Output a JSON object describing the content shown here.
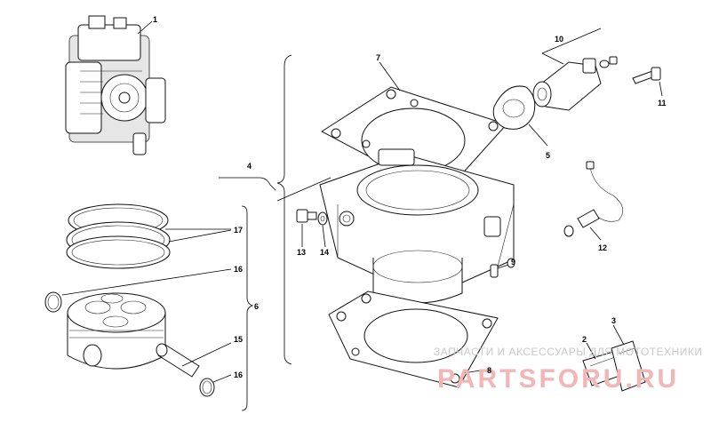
{
  "labels": {
    "p1": "1",
    "p2": "2",
    "p3": "3",
    "p4": "4",
    "p5": "5",
    "p6": "6",
    "p7": "7",
    "p8": "8",
    "p9": "9",
    "p10": "10",
    "p11": "11",
    "p12": "12",
    "p13": "13",
    "p14": "14",
    "p15": "15",
    "p16a": "16",
    "p16b": "16",
    "p17": "17"
  },
  "watermark": {
    "line1": "ЗАПЧАСТИ И АКСЕССУАРЫ ДЛЯ МОТОТЕХНИКИ",
    "line2": "PARTSFORU.RU"
  }
}
